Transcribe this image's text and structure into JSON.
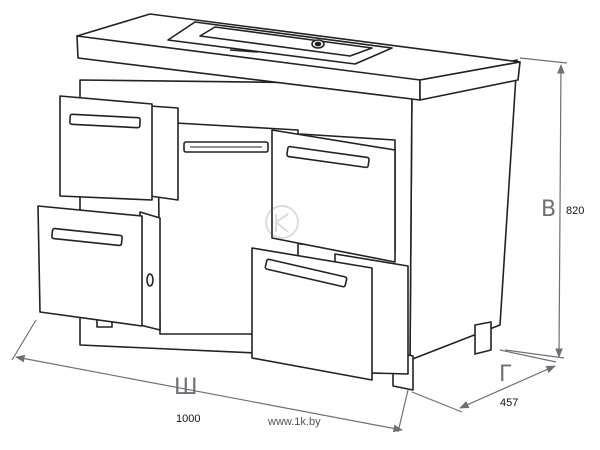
{
  "dimensions": {
    "width": {
      "letter": "Ш",
      "value": "1000"
    },
    "depth": {
      "letter": "Г",
      "value": "457"
    },
    "height": {
      "letter": "В",
      "value": "820"
    }
  },
  "watermark": "www.1k.by",
  "colors": {
    "line": "#222222",
    "dimension_line": "#6e6e78",
    "drawer_interior": "#ffffff"
  }
}
